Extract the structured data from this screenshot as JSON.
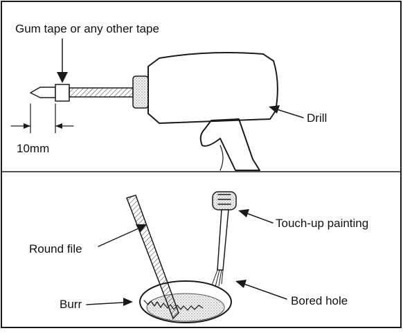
{
  "figure": {
    "top_panel": {
      "tape_label": "Gum tape or any other tape",
      "dimension_label": "10mm",
      "drill_label": "Drill"
    },
    "bottom_panel": {
      "file_label": "Round file",
      "paint_label": "Touch-up painting",
      "burr_label": "Burr",
      "hole_label": "Bored hole"
    }
  },
  "colors": {
    "line": "#1a1a1a",
    "drill_shade": "#c8c8c8",
    "hole_shade": "#d9d9d9",
    "background": "#ffffff"
  }
}
